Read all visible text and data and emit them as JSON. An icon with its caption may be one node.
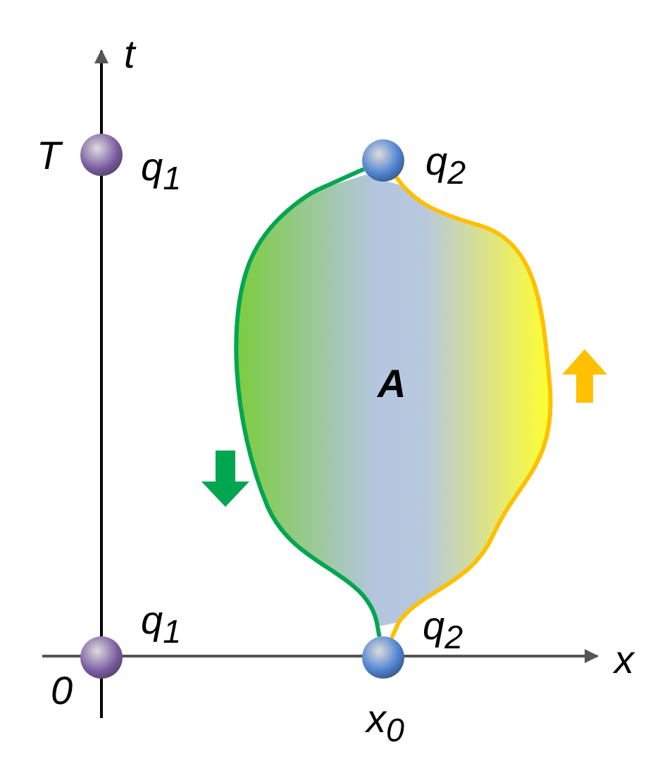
{
  "diagram": {
    "nodes": [
      {
        "text": [],
        "shape": "circle",
        "beside": [
          "T",
          "q$_{1}$"
        ]
      },
      {
        "text": [],
        "shape": "circle",
        "beside": [
          "q$_{2}$"
        ]
      },
      {
        "text": [
          "A"
        ]
      },
      {
        "text": [],
        "shape": "circle",
        "beside": [
          "q$_{1}$"
        ]
      },
      {
        "text": [],
        "shape": "circle",
        "beside": [
          "q$_{2}$",
          "x$_{0}$"
        ]
      }
    ],
    "edges": [
      {
        "from": 1,
        "to": 4,
        "arrow": "none",
        "color": "#00a650"
      },
      {
        "from": 4,
        "to": 1,
        "arrow": "none",
        "color": "#ffc000"
      }
    ],
    "labels": [
      "t",
      "x",
      "0"
    ]
  }
}
